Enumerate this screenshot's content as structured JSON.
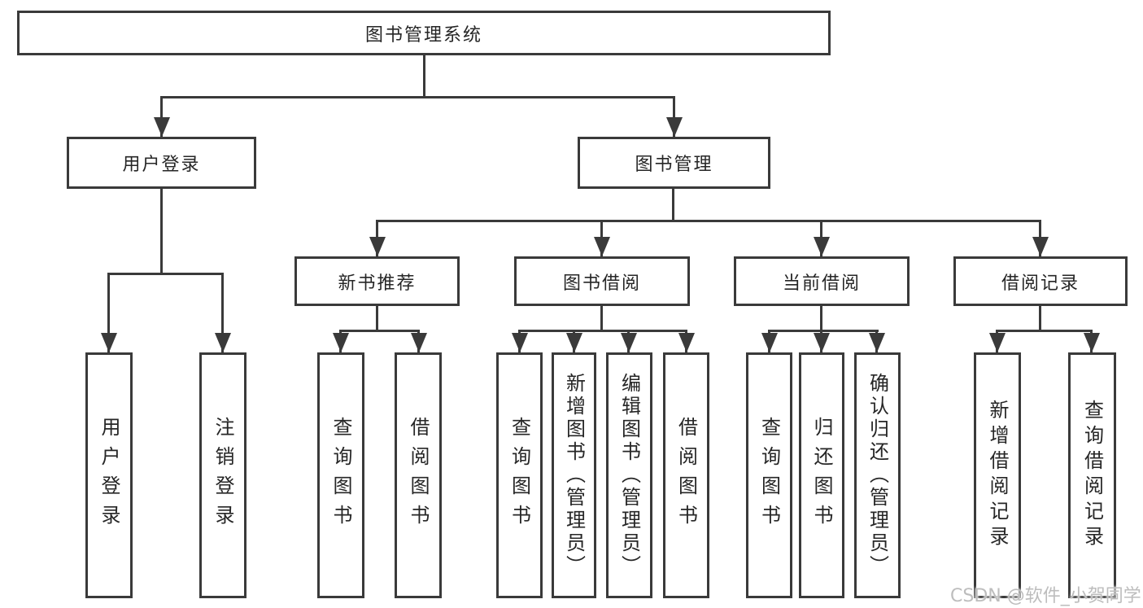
{
  "diagram": {
    "title_node": {
      "label": "图书管理系统"
    },
    "level2": {
      "user_login": {
        "label": "用户登录"
      },
      "book_mgmt": {
        "label": "图书管理"
      }
    },
    "level3": {
      "new_book_rec": {
        "label": "新书推荐"
      },
      "book_borrow": {
        "label": "图书借阅"
      },
      "current_borrow": {
        "label": "当前借阅"
      },
      "borrow_records": {
        "label": "借阅记录"
      }
    },
    "leaves": {
      "user_login_1": {
        "label": "用户登录"
      },
      "user_login_2": {
        "label": "注销登录"
      },
      "new_book_1": {
        "label": "查询图书"
      },
      "new_book_2": {
        "label": "借阅图书"
      },
      "borrow_1": {
        "label": "查询图书"
      },
      "borrow_2": {
        "label": "新增图书（管理员）"
      },
      "borrow_3": {
        "label": "编辑图书（管理员）"
      },
      "borrow_4": {
        "label": "借阅图书"
      },
      "current_1": {
        "label": "查询图书"
      },
      "current_2": {
        "label": "归还图书"
      },
      "current_3": {
        "label": "确认归还（管理员）"
      },
      "records_1": {
        "label": "新增借阅记录"
      },
      "records_2": {
        "label": "查询借阅记录"
      }
    },
    "colors": {
      "line": "#3a3a3a",
      "box_border": "#3a3a3a",
      "text": "#262626",
      "watermark": "#bdbdbd",
      "background": "#ffffff"
    }
  },
  "watermark": {
    "text": "CSDN @软件_小贺同学"
  }
}
